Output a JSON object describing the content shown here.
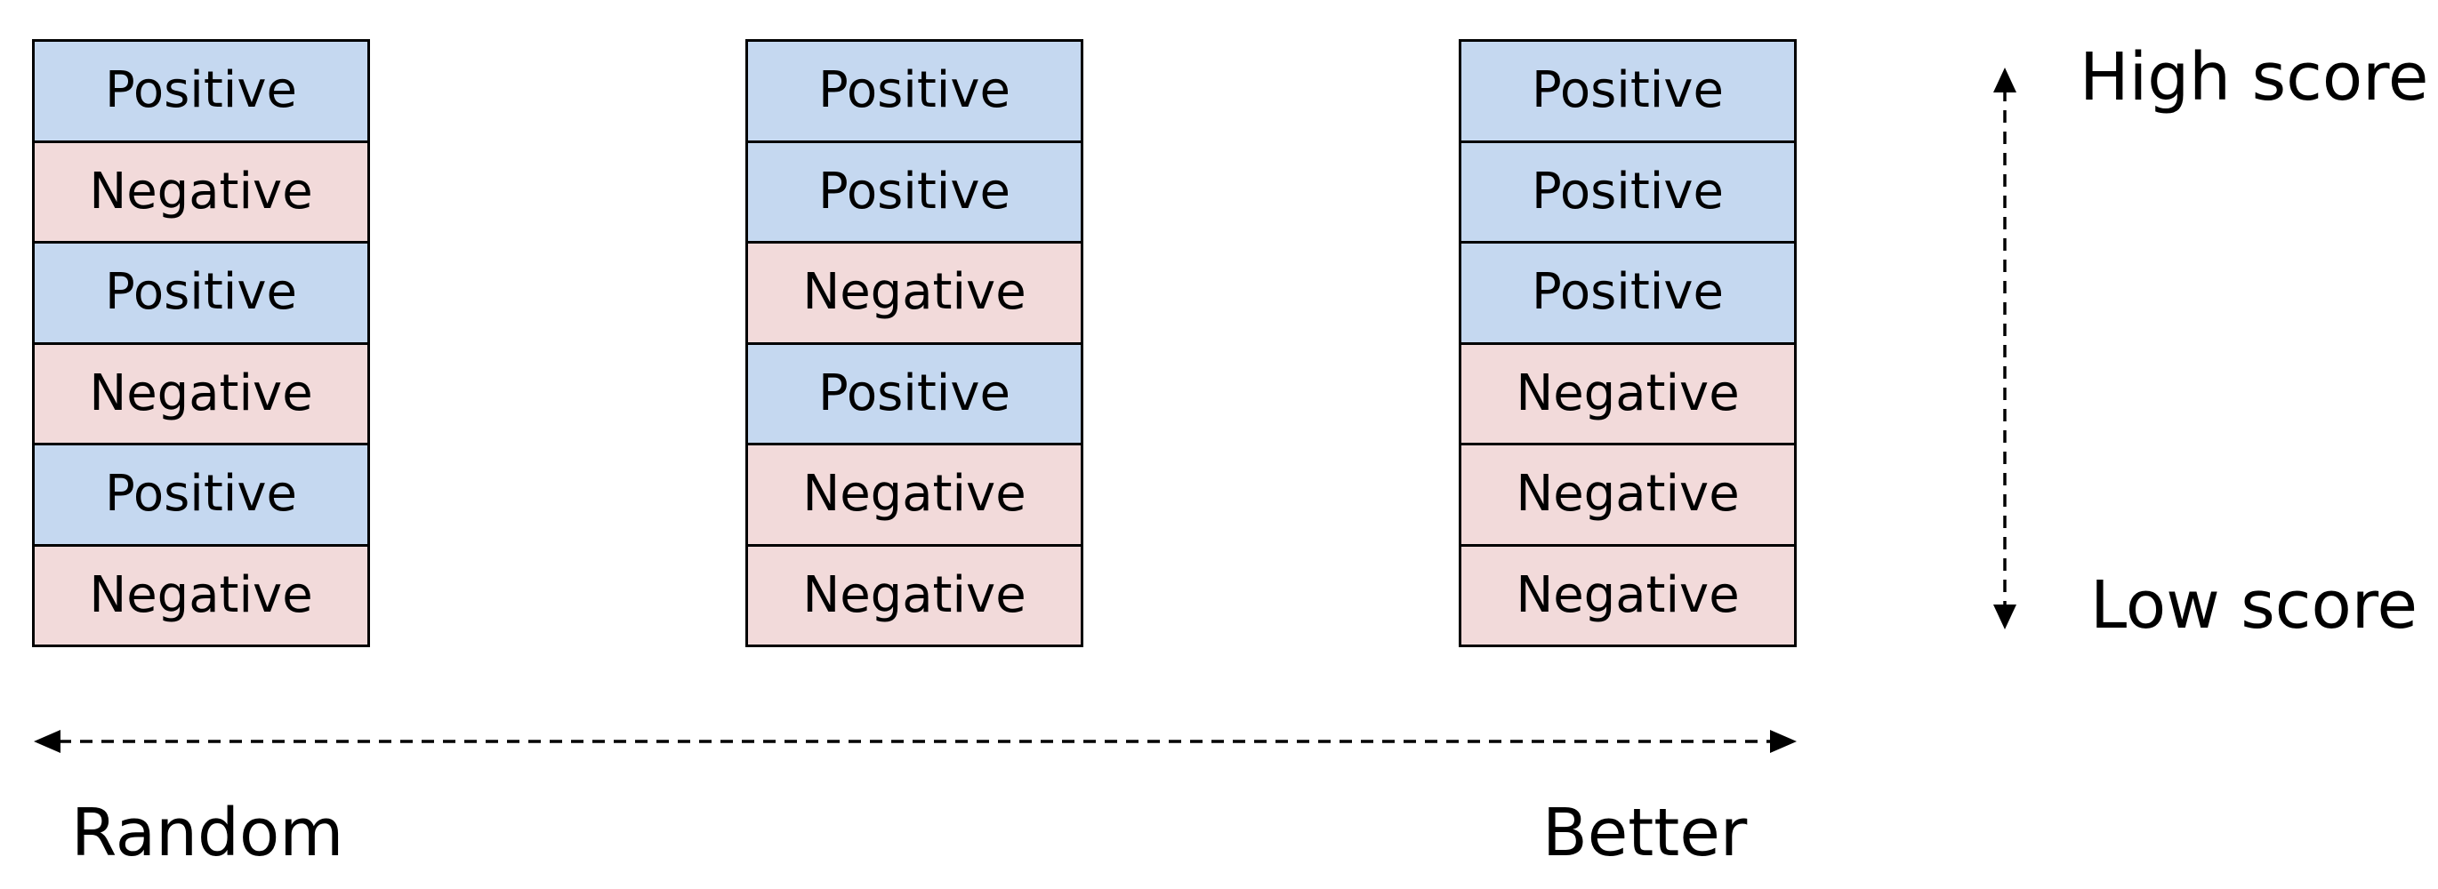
{
  "columns": [
    {
      "cells": [
        "Positive",
        "Negative",
        "Positive",
        "Negative",
        "Positive",
        "Negative"
      ]
    },
    {
      "cells": [
        "Positive",
        "Positive",
        "Negative",
        "Positive",
        "Negative",
        "Negative"
      ]
    },
    {
      "cells": [
        "Positive",
        "Positive",
        "Positive",
        "Negative",
        "Negative",
        "Negative"
      ]
    }
  ],
  "colors": {
    "positive": "#c5d8f0",
    "negative": "#f2dada",
    "border": "#000000"
  },
  "score_axis": {
    "high_label": "High score",
    "low_label": "Low score"
  },
  "quality_axis": {
    "left_label": "Random",
    "right_label": "Better"
  }
}
